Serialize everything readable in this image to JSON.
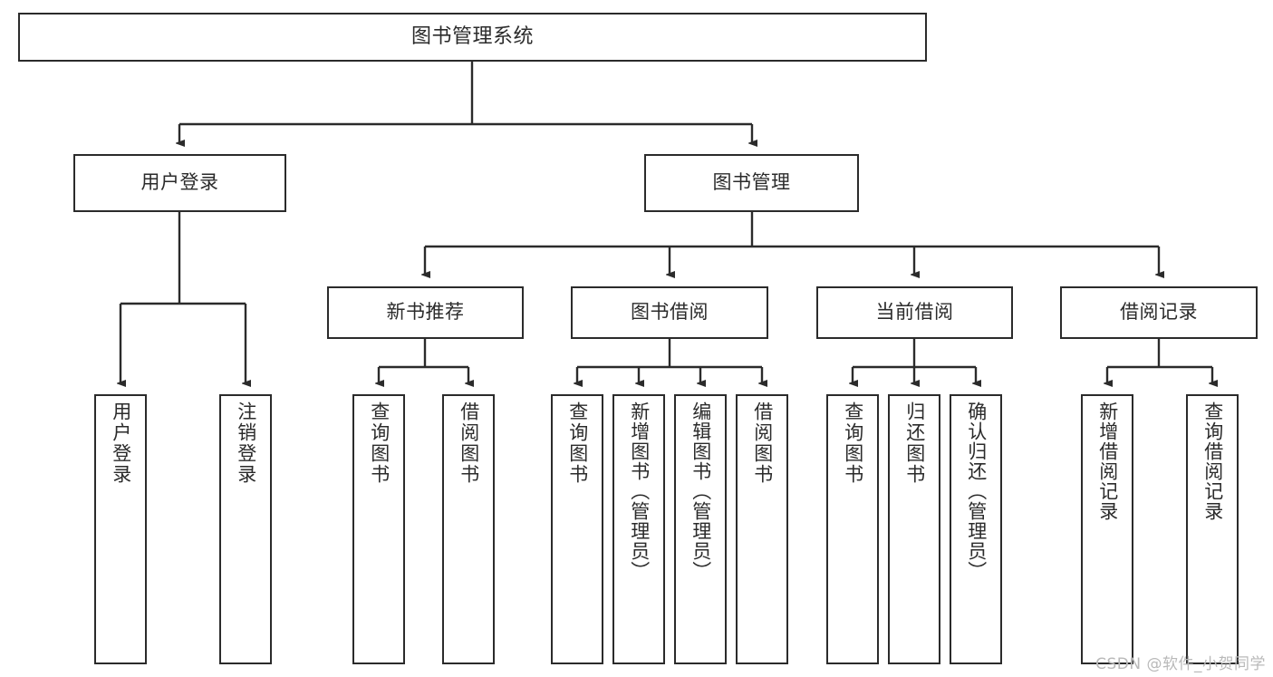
{
  "diagram": {
    "title": "图书管理系统",
    "type": "tree-hierarchy-chart",
    "root": {
      "label": "图书管理系统"
    },
    "level2": [
      {
        "label": "用户登录"
      },
      {
        "label": "图书管理"
      }
    ],
    "level3": [
      {
        "label": "新书推荐"
      },
      {
        "label": "图书借阅"
      },
      {
        "label": "当前借阅"
      },
      {
        "label": "借阅记录"
      }
    ],
    "leaves": {
      "user_login": [
        {
          "label": "用户登录"
        },
        {
          "label": "注销登录"
        }
      ],
      "new_book_recommend": [
        {
          "label": "查询图书"
        },
        {
          "label": "借阅图书"
        }
      ],
      "book_borrow": [
        {
          "label": "查询图书"
        },
        {
          "label": "新增图书（管理员）"
        },
        {
          "label": "编辑图书（管理员）"
        },
        {
          "label": "借阅图书"
        }
      ],
      "current_borrow": [
        {
          "label": "查询图书"
        },
        {
          "label": "归还图书"
        },
        {
          "label": "确认归还（管理员）"
        }
      ],
      "borrow_record": [
        {
          "label": "新增借阅记录"
        },
        {
          "label": "查询借阅记录"
        }
      ]
    }
  },
  "watermark": {
    "text": "CSDN @软件_小贺同学"
  },
  "colors": {
    "stroke": "#2b2b2b",
    "background": "#ffffff",
    "watermark": "#b9b9b9"
  }
}
